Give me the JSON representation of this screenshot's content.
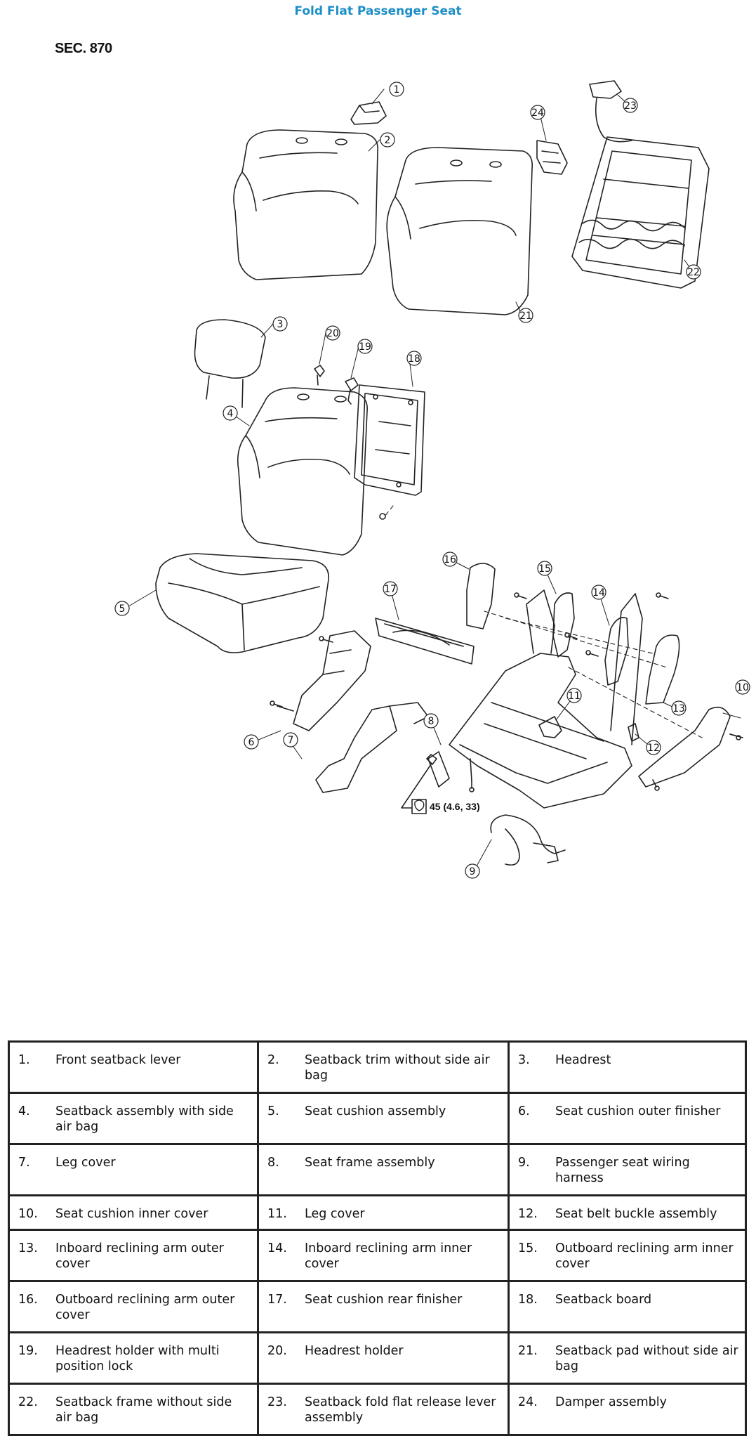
{
  "page_title": "Fold Flat Passenger Seat",
  "section_label": "SEC. 870",
  "diagram": {
    "callouts": [
      "1",
      "2",
      "3",
      "4",
      "5",
      "6",
      "7",
      "8",
      "9",
      "10",
      "11",
      "12",
      "13",
      "14",
      "15",
      "16",
      "17",
      "18",
      "19",
      "20",
      "21",
      "22",
      "23",
      "24"
    ],
    "torque_spec": "45 (4.6, 33)"
  },
  "parts": [
    {
      "num": "1.",
      "name": "Front seatback lever"
    },
    {
      "num": "2.",
      "name": "Seatback trim without side air bag"
    },
    {
      "num": "3.",
      "name": "Headrest"
    },
    {
      "num": "4.",
      "name": "Seatback assembly with side air bag"
    },
    {
      "num": "5.",
      "name": "Seat cushion assembly"
    },
    {
      "num": "6.",
      "name": "Seat cushion outer finisher"
    },
    {
      "num": "7.",
      "name": "Leg cover"
    },
    {
      "num": "8.",
      "name": "Seat frame assembly"
    },
    {
      "num": "9.",
      "name": "Passenger seat wiring harness"
    },
    {
      "num": "10.",
      "name": "Seat cushion inner cover"
    },
    {
      "num": "11.",
      "name": "Leg cover"
    },
    {
      "num": "12.",
      "name": "Seat belt buckle assembly"
    },
    {
      "num": "13.",
      "name": "Inboard reclining arm outer cover"
    },
    {
      "num": "14.",
      "name": "Inboard reclining arm inner cover"
    },
    {
      "num": "15.",
      "name": "Outboard reclining arm inner cover"
    },
    {
      "num": "16.",
      "name": "Outboard reclining arm outer cover"
    },
    {
      "num": "17.",
      "name": "Seat cushion rear finisher"
    },
    {
      "num": "18.",
      "name": "Seatback board"
    },
    {
      "num": "19.",
      "name": "Headrest holder with multi position lock"
    },
    {
      "num": "20.",
      "name": "Headrest holder"
    },
    {
      "num": "21.",
      "name": "Seatback pad without side air bag"
    },
    {
      "num": "22.",
      "name": "Seatback frame without side air bag"
    },
    {
      "num": "23.",
      "name": "Seatback fold flat release lever assembly"
    },
    {
      "num": "24.",
      "name": "Damper assembly"
    }
  ]
}
